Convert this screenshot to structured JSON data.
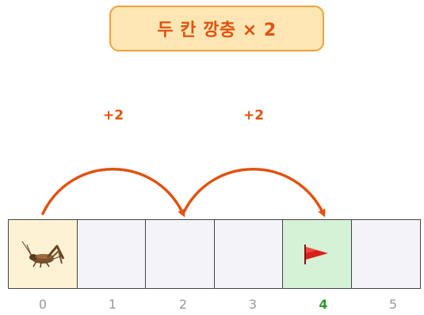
{
  "title": "두 칸 깡충 × 2",
  "jumps": [
    {
      "label": "+2",
      "from": 0,
      "to": 2
    },
    {
      "label": "+2",
      "from": 2,
      "to": 4
    }
  ],
  "cells": [
    {
      "index": "0",
      "state": "start",
      "icon": "cricket-icon"
    },
    {
      "index": "1",
      "state": "empty",
      "icon": ""
    },
    {
      "index": "2",
      "state": "empty",
      "icon": ""
    },
    {
      "index": "3",
      "state": "empty",
      "icon": ""
    },
    {
      "index": "4",
      "state": "goal",
      "icon": "red-flag-icon"
    },
    {
      "index": "5",
      "state": "empty",
      "icon": ""
    }
  ],
  "colors": {
    "accent": "#e0520f",
    "start_cell": "#fdf2d4",
    "goal_cell": "#d5f1d6",
    "goal_index": "#2e9a35"
  }
}
